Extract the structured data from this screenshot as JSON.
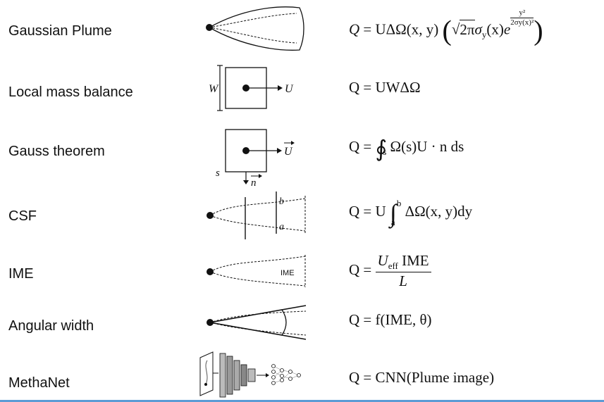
{
  "rows": [
    {
      "label": "Gaussian Plume"
    },
    {
      "label": "Local mass balance",
      "diagram_labels": {
        "width": "W",
        "wind": "U"
      }
    },
    {
      "label": "Gauss theorem",
      "diagram_labels": {
        "contour": "s",
        "wind": "U",
        "normal": "n"
      }
    },
    {
      "label": "CSF",
      "diagram_labels": {
        "top": "b",
        "bottom": "a"
      }
    },
    {
      "label": "IME",
      "diagram_labels": {
        "ime": "IME"
      }
    },
    {
      "label": "Angular width"
    },
    {
      "label": "MethaNet"
    }
  ],
  "equations": {
    "gaussian": {
      "lhs": "Q",
      "mid": "UΔΩ(x, y)",
      "sqrt_arg": "2π",
      "sigma": "σ",
      "sigma_sub": "y",
      "x": "(x)",
      "exp_base": "e",
      "exp_num": "y²",
      "exp_den": "2σy(x)²"
    },
    "local": {
      "text": "Q = UWΔΩ"
    },
    "gauss": {
      "lhs": "Q = ",
      "sub": "s",
      "integrand": "Ω(s)U · n ds"
    },
    "csf": {
      "lhs": "Q = U",
      "lower": "a",
      "upper": "b",
      "integrand": "ΔΩ(x, y)dy"
    },
    "ime": {
      "lhs": "Q = ",
      "num_u": "U",
      "num_sub": "eff",
      "num_rest": " IME",
      "den": "L"
    },
    "angular": {
      "text": "Q = f(IME, θ)"
    },
    "methanet": {
      "text": "Q = CNN(Plume image)"
    }
  },
  "colors": {
    "accent_line": "#5b9bd5",
    "ink": "#111111"
  }
}
